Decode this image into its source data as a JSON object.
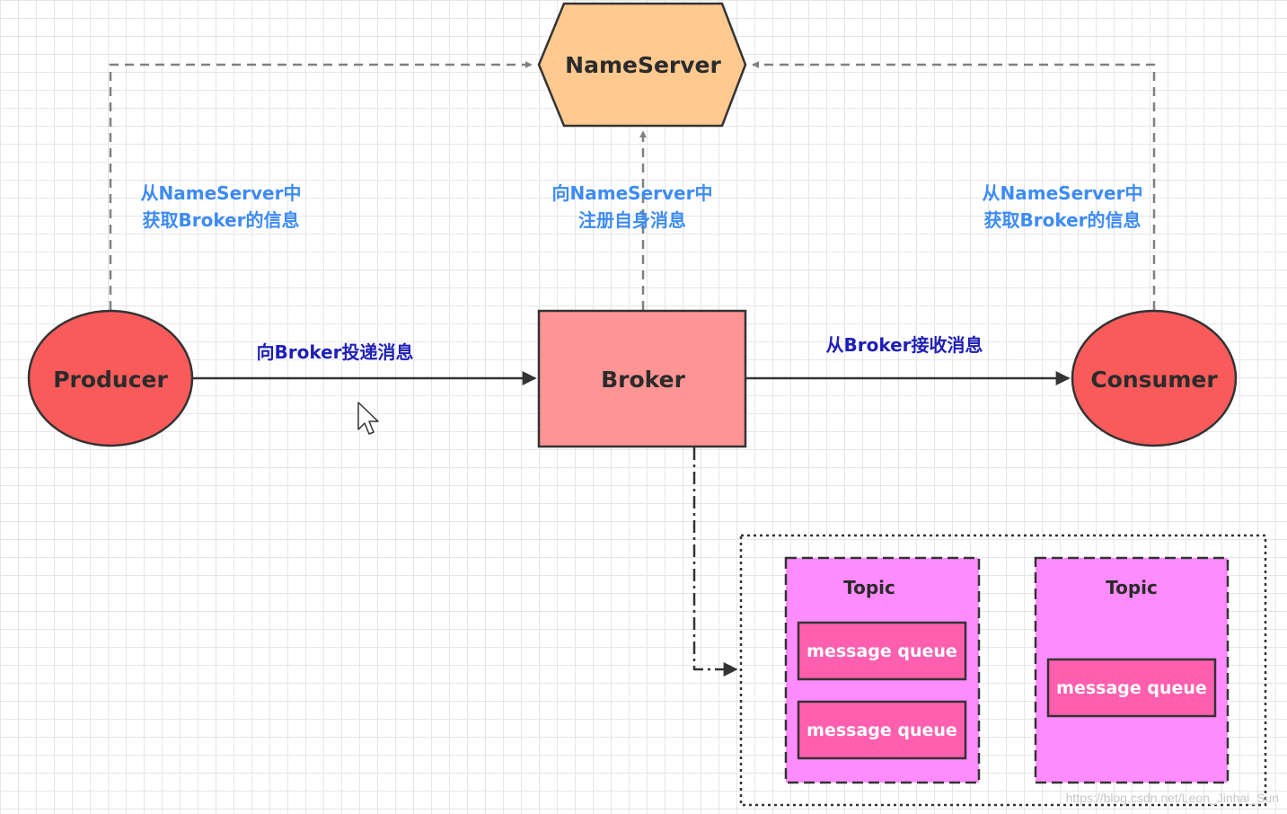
{
  "nodes": {
    "nameserver": "NameServer",
    "producer": "Producer",
    "broker": "Broker",
    "consumer": "Consumer"
  },
  "edges": {
    "producer_to_nameserver": [
      "从NameServer中",
      "获取Broker的信息"
    ],
    "broker_to_nameserver": [
      "向NameServer中",
      "注册自身消息"
    ],
    "consumer_to_nameserver": [
      "从NameServer中",
      "获取Broker的信息"
    ],
    "producer_to_broker": "向Broker投递消息",
    "broker_to_consumer": "从Broker接收消息"
  },
  "topics": [
    {
      "label": "Topic",
      "queues": [
        "message queue",
        "message queue"
      ]
    },
    {
      "label": "Topic",
      "queues": [
        "message queue"
      ]
    }
  ],
  "watermark": "https://blog.csdn.net/Leon_Jinhai_Sun",
  "colors": {
    "nameserver_fill": "#ffc990",
    "producer_fill": "#f95b5b",
    "broker_fill": "#ff9494",
    "consumer_fill": "#f95b5b",
    "topic_fill": "#ff8cff",
    "queue_fill": "#ff5fae",
    "light_label": "#3d8bf5",
    "dark_label": "#1f1fb8"
  }
}
